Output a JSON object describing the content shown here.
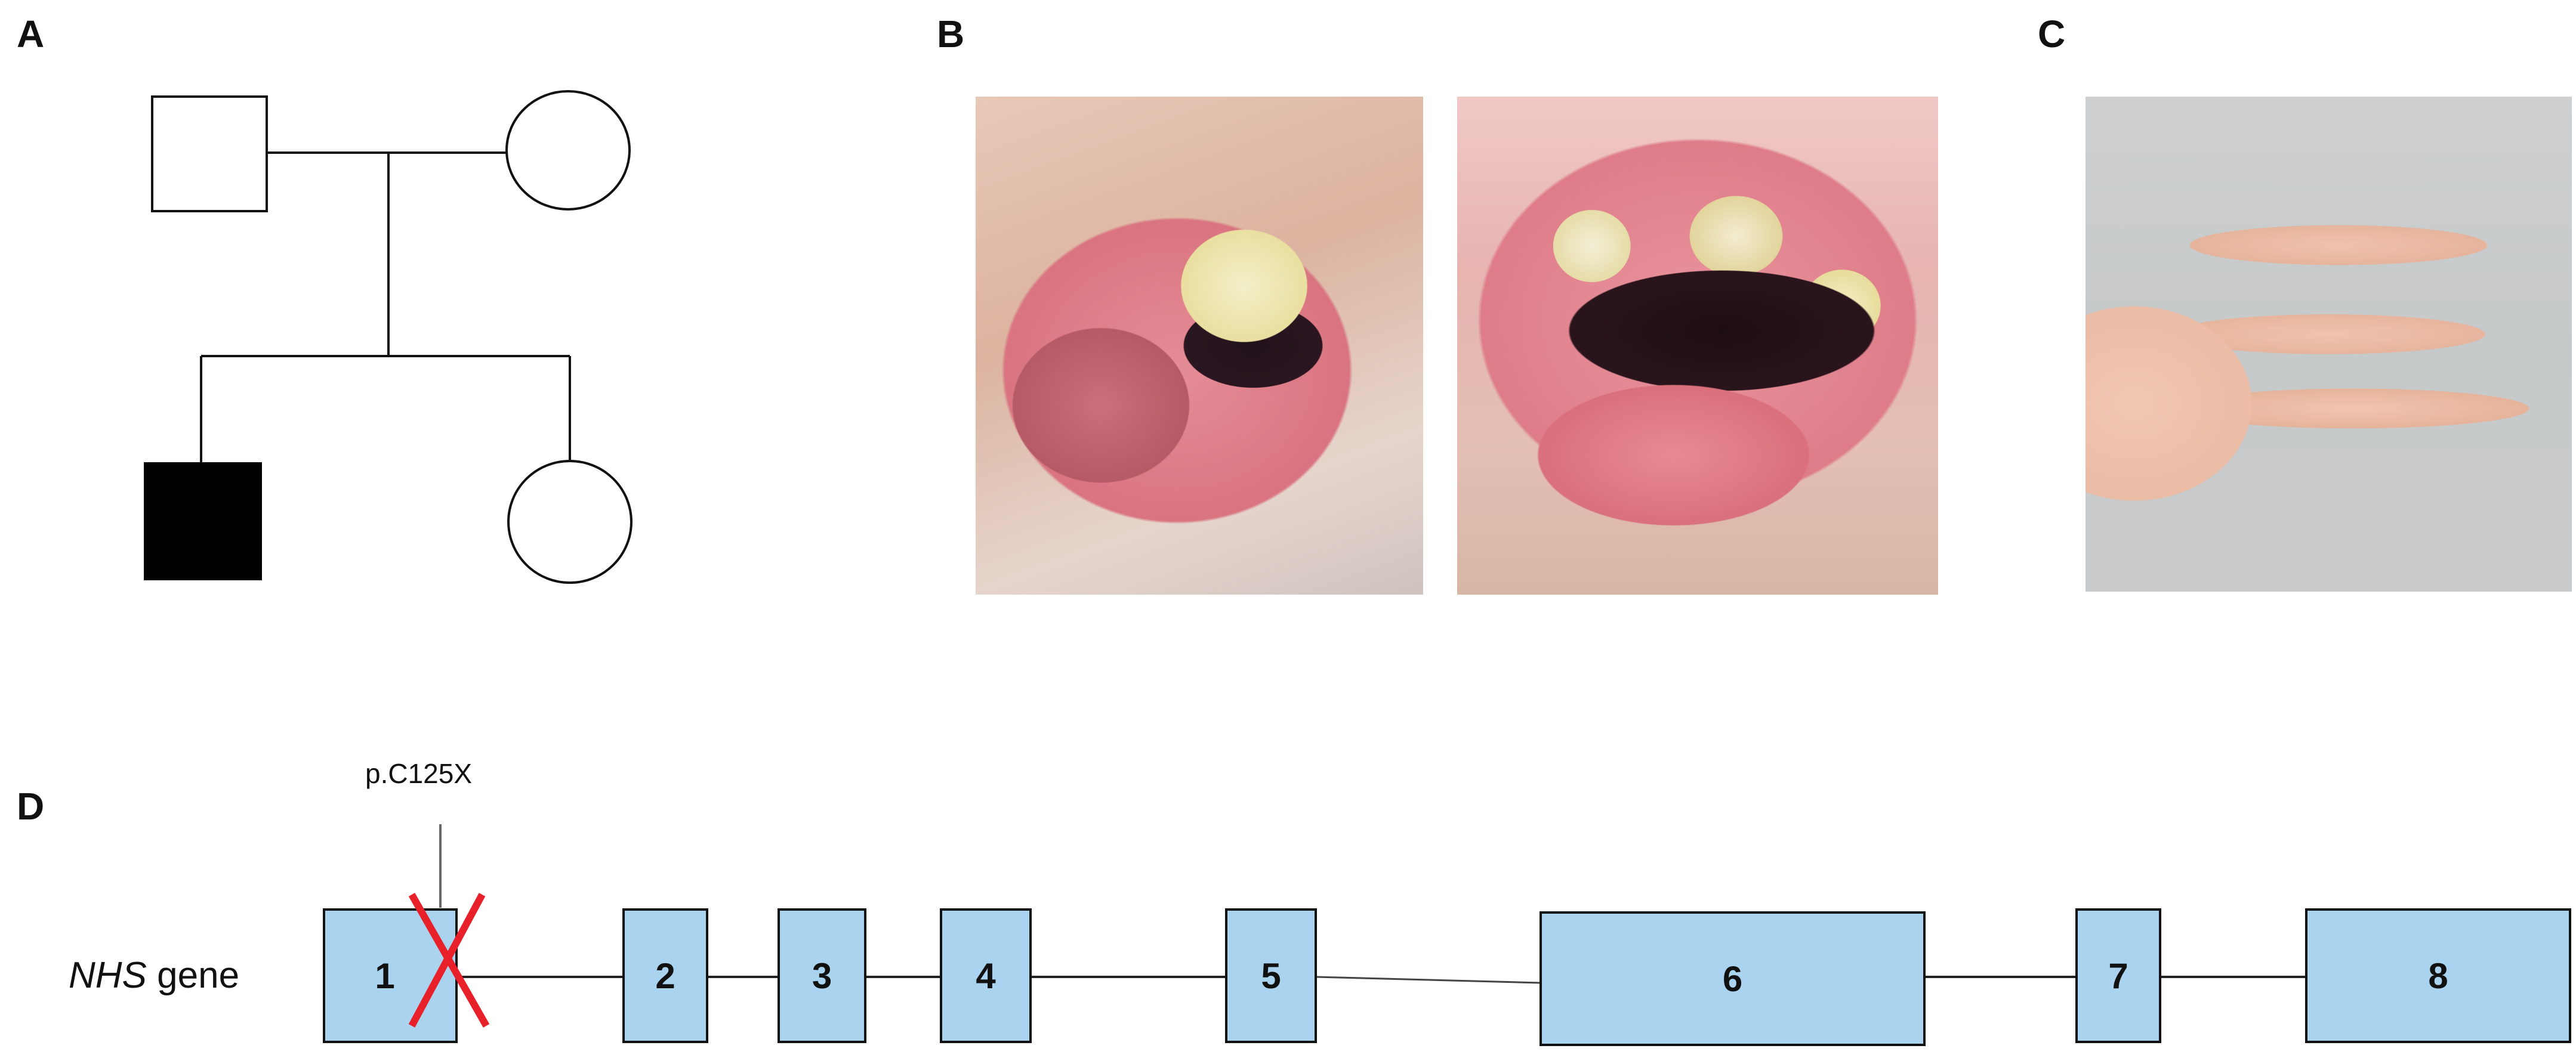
{
  "panels": {
    "a": "A",
    "b": "B",
    "c": "C",
    "d": "D"
  },
  "gene": {
    "name": "NHS",
    "suffix": " gene",
    "mutation": "p.C125X",
    "exons": [
      "1",
      "2",
      "3",
      "4",
      "5",
      "6",
      "7",
      "8"
    ]
  },
  "colors": {
    "exon_fill": "#a9d3ee",
    "cross": "#e8202a",
    "affected": "#000000"
  }
}
